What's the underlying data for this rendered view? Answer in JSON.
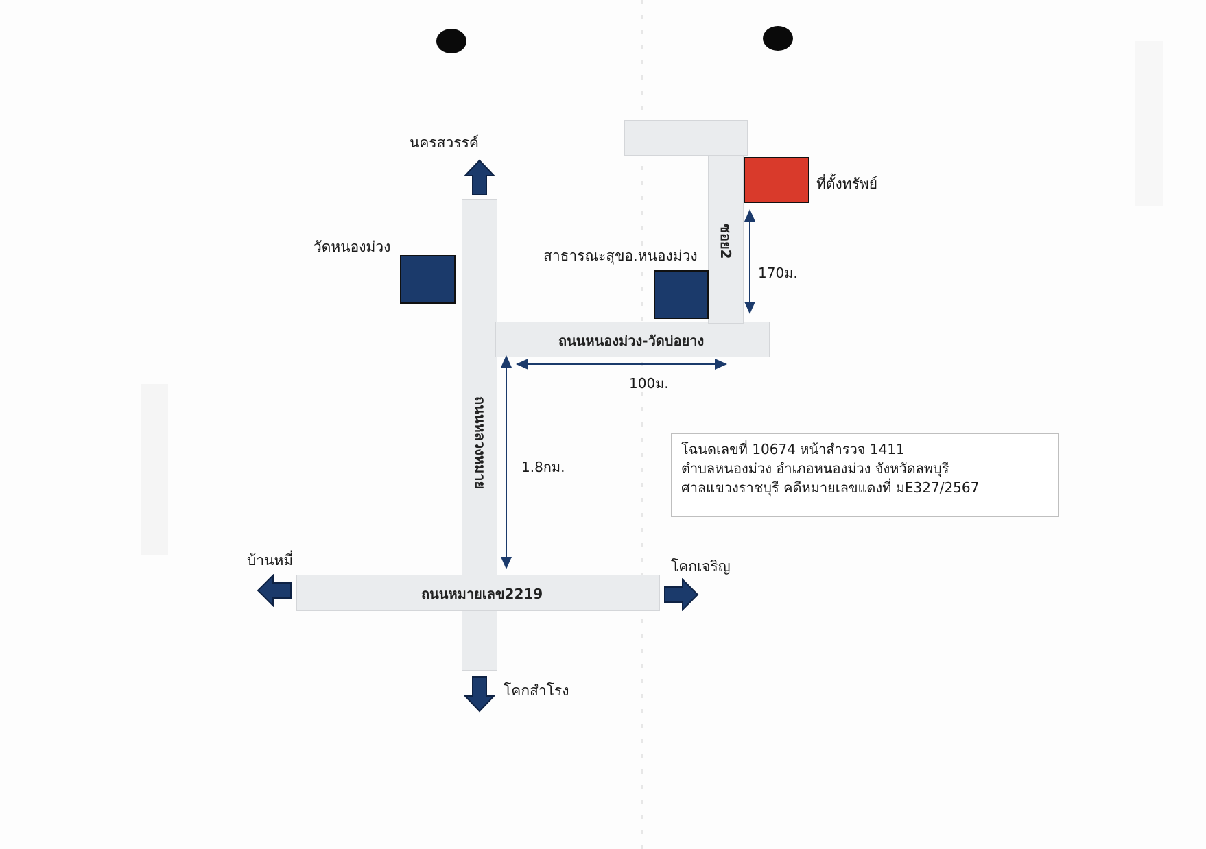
{
  "map": {
    "directions": {
      "north": "นครสวรรค์",
      "south": "โคกสำโรง",
      "west": "บ้านหมี่",
      "east": "โคกเจริญ"
    },
    "roads": {
      "main_vertical": "ถนนหลวงหมาย",
      "main_horizontal": "ถนนหมายเลข2219",
      "branch": "ถนนหนองม่วง-วัดบ่อยาง",
      "soi": "ซอย2"
    },
    "landmarks": {
      "temple": "วัดหนองม่วง",
      "health_office": "สาธารณะสุขอ.หนองม่วง",
      "property": "ที่ตั้งทรัพย์"
    },
    "distances": {
      "vertical_to_branch": "1.8กม.",
      "branch_to_soi": "100ม.",
      "soi_to_property": "170ม."
    },
    "colors": {
      "landmark_blue": "#1b3a6b",
      "property_red": "#d93a2b",
      "arrow_blue": "#1b3a6b",
      "road_gray": "#eaecee"
    }
  },
  "info": {
    "line1": "โฉนดเลขที่ 10674 หน้าสำรวจ 1411",
    "line2": "ตำบลหนองม่วง อำเภอหนองม่วง จังหวัดลพบุรี",
    "line3": "ศาลแขวงราชบุรี คดีหมายเลขแดงที่ มE327/2567"
  }
}
